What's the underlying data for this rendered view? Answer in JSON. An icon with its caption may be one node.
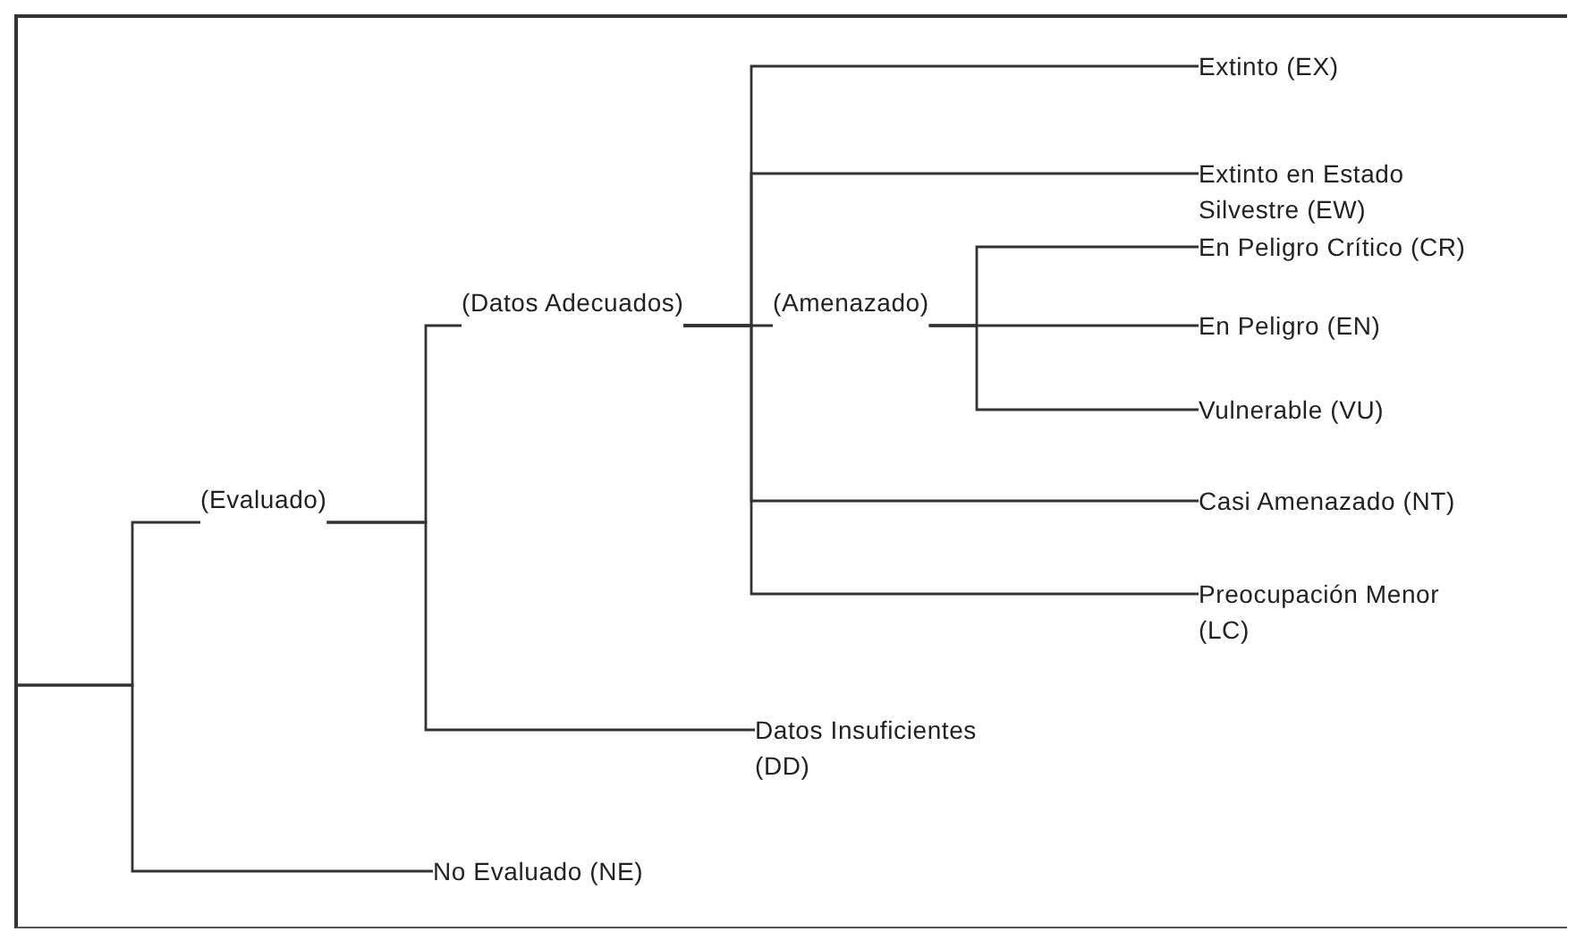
{
  "diagram": {
    "nodes": [
      {
        "text": [
          "(Evaluado)"
        ]
      },
      {
        "text": [
          "(Datos Adecuados)"
        ]
      },
      {
        "text": [
          "(Amenazado)"
        ]
      },
      {
        "text": [
          "Extinto (EX)"
        ]
      },
      {
        "text": [
          "Extinto en Estado Silvestre (EW)"
        ]
      },
      {
        "text": [
          "En Peligro Crítico (CR)"
        ]
      },
      {
        "text": [
          "En Peligro (EN)"
        ]
      },
      {
        "text": [
          "Vulnerable (VU)"
        ]
      },
      {
        "text": [
          "Casi Amenazado (NT)"
        ]
      },
      {
        "text": [
          "Preocupación Menor (LC)"
        ]
      },
      {
        "text": [
          "Datos Insuficientes (DD)"
        ]
      },
      {
        "text": [
          "No Evaluado (NE)"
        ]
      }
    ],
    "edges": [
      {
        "from": null,
        "to": 0,
        "arrow": "none"
      },
      {
        "from": null,
        "to": 11,
        "arrow": "none"
      },
      {
        "from": 0,
        "to": 1,
        "arrow": "none"
      },
      {
        "from": 0,
        "to": 10,
        "arrow": "none"
      },
      {
        "from": 1,
        "to": 2,
        "arrow": "none"
      },
      {
        "from": 1,
        "to": 3,
        "arrow": "none"
      },
      {
        "from": 1,
        "to": 4,
        "arrow": "none"
      },
      {
        "from": 1,
        "to": 8,
        "arrow": "none"
      },
      {
        "from": 1,
        "to": 9,
        "arrow": "none"
      },
      {
        "from": 2,
        "to": 5,
        "arrow": "none"
      },
      {
        "from": 2,
        "to": 6,
        "arrow": "none"
      },
      {
        "from": 2,
        "to": 7,
        "arrow": "none"
      }
    ]
  }
}
